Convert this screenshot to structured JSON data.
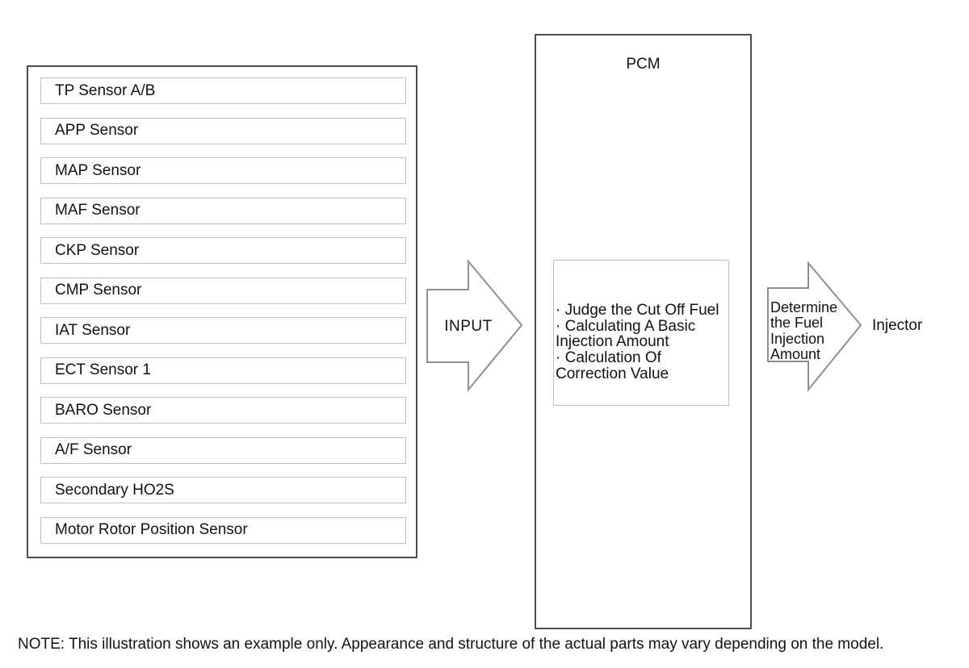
{
  "diagram": {
    "sensors": {
      "items": [
        "TP Sensor A/B",
        "APP Sensor",
        "MAP Sensor",
        "MAF Sensor",
        "CKP Sensor",
        "CMP Sensor",
        "IAT Sensor",
        "ECT Sensor 1",
        "BARO Sensor",
        "A/F Sensor",
        "Secondary HO2S",
        "Motor Rotor Position Sensor"
      ]
    },
    "input_arrow": {
      "label": "INPUT"
    },
    "pcm": {
      "title": "PCM",
      "functions": {
        "lines": [
          "· Judge the Cut Off Fuel",
          "· Calculating A Basic",
          "Injection Amount",
          "· Calculation Of",
          "Correction Value"
        ]
      }
    },
    "output_arrow": {
      "lines": [
        "Determine",
        "the Fuel",
        "Injection",
        "Amount"
      ]
    },
    "injector_label": "Injector",
    "note": "NOTE: This illustration shows an example only. Appearance and structure of the actual parts may vary depending on the model."
  },
  "colors": {
    "outline_dark": "#4d4d4d",
    "outline_light": "#c0c0c0",
    "arrow_outline": "#8f8f8f",
    "text": "#121212",
    "background": "#ffffff"
  }
}
